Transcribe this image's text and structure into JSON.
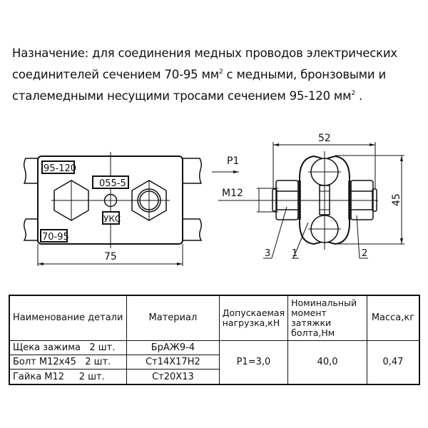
{
  "description": {
    "line1": "Назначение: для соединения медных проводов электрических",
    "line2_a": "соединителей сечением 70-95 мм",
    "line2_sup": "2",
    "line2_b": " с медными, бронзовыми и",
    "line3_a": "сталемедными несущими тросами сечением 95-120 мм",
    "line3_sup": "2",
    "line3_b": " ."
  },
  "front_view": {
    "label_top": "95-120",
    "label_bottom": "70-95",
    "label_center": "055-5",
    "label_brand": "УКС",
    "dim_width": "75"
  },
  "side_view": {
    "dim_width": "52",
    "dim_height": "45",
    "force_label": "P1",
    "bolt_label": "M12",
    "callout_1": "1",
    "callout_2": "2",
    "callout_3": "3"
  },
  "table": {
    "headers": [
      "Наименование детали",
      "Материал",
      "Допускаемая нагрузка,кН",
      "Номинальный момент затяжки болта,Нм",
      "Масса,кг"
    ],
    "rows": [
      {
        "part": "Щека зажима   2 шт.",
        "material": "БрАЖ9-4"
      },
      {
        "part": "Болт М12х45   2 шт.",
        "material": "Ст14Х17Н2"
      },
      {
        "part": "Гайка М12     2 шт.",
        "material": "Ст20Х13"
      }
    ],
    "load": "Р1=3,0",
    "torque": "40,0",
    "mass": "0,47"
  }
}
